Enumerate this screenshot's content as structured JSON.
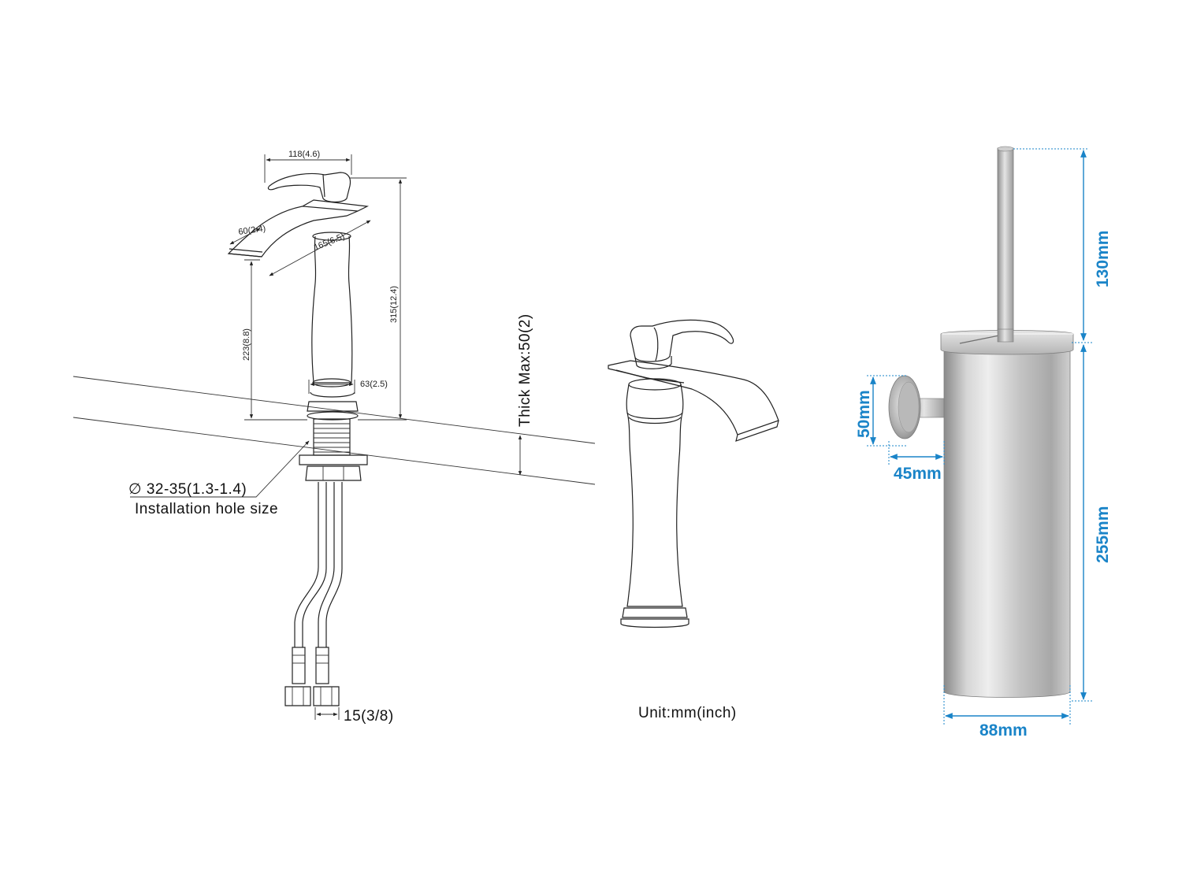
{
  "faucet_dims": {
    "width_top": "118(4.6)",
    "spout_width": "60(2.4)",
    "reach": "165(6.5)",
    "total_height": "315(12.4)",
    "spout_height": "223(8.8)",
    "base_diameter": "63(2.5)",
    "deck_thickness": "Thick Max:50(2)",
    "hole_diameter": "∅ 32-35(1.3-1.4)",
    "hole_label": "Installation hole size",
    "connector": "15(3/8)"
  },
  "unit_label": "Unit:mm(inch)",
  "holder_dims": {
    "handle_height": "130mm",
    "body_height": "255mm",
    "mount_diameter": "50mm",
    "wall_offset": "45mm",
    "body_width": "88mm"
  },
  "colors": {
    "dimension_blue": "#1a84c8",
    "line_dark": "#222222",
    "steel_light": "#dcdcdc",
    "steel_dark": "#8a8a8a"
  }
}
